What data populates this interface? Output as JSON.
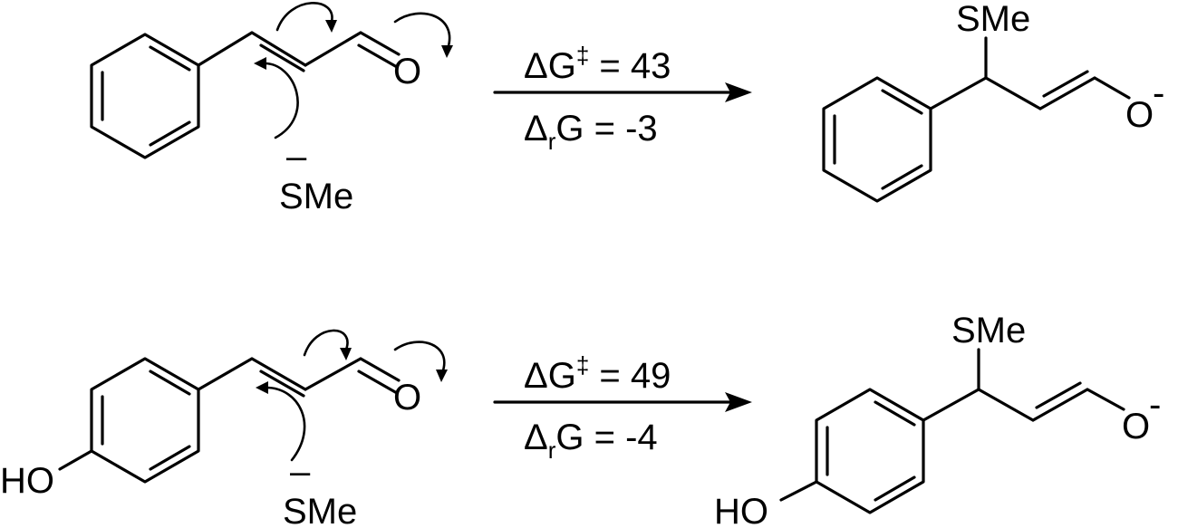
{
  "reactions": [
    {
      "reactant_atoms": {
        "oxygen": "O",
        "nucleophile": "SMe",
        "nucleophile_charge": "–"
      },
      "conditions": {
        "barrier_symbol": "ΔG",
        "barrier_sup": "‡",
        "barrier_eq": " = 43",
        "reaction_symbol": "Δ",
        "reaction_sub": "r",
        "reaction_rest": "G = -3"
      },
      "product_atoms": {
        "sulfur_group": "SMe",
        "oxygen": "O",
        "oxygen_charge": "-"
      }
    },
    {
      "reactant_atoms": {
        "hydroxyl": "HO",
        "oxygen": "O",
        "nucleophile": "SMe",
        "nucleophile_charge": "–"
      },
      "conditions": {
        "barrier_symbol": "ΔG",
        "barrier_sup": "‡",
        "barrier_eq": " = 49",
        "reaction_symbol": "Δ",
        "reaction_sub": "r",
        "reaction_rest": "G = -4"
      },
      "product_atoms": {
        "hydroxyl": "HO",
        "sulfur_group": "SMe",
        "oxygen": "O",
        "oxygen_charge": "-"
      }
    }
  ]
}
